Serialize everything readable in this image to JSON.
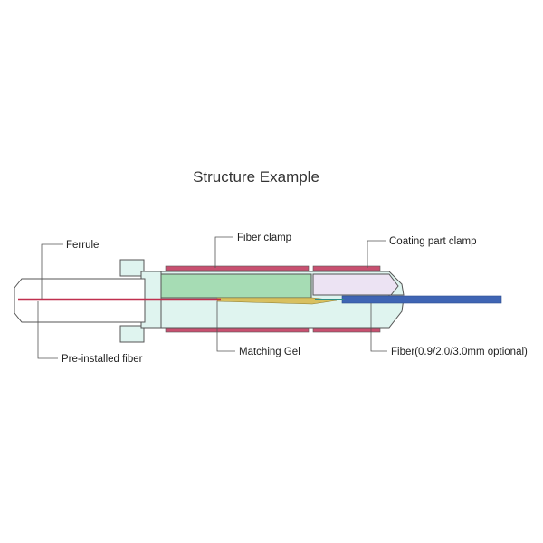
{
  "diagram": {
    "title": "Structure Example",
    "labels": {
      "ferrule": "Ferrule",
      "fiber_clamp": "Fiber clamp",
      "coating_part_clamp": "Coating part clamp",
      "pre_installed_fiber": "Pre-installed fiber",
      "matching_gel": "Matching Gel",
      "fiber": "Fiber(0.9/2.0/3.0mm optional)"
    },
    "colors": {
      "outline": "#555555",
      "ferrule_fill": "#ffffff",
      "body_fill": "#dff4ef",
      "fiber_clamp_fill": "#a6dcb4",
      "coating_clamp_fill": "#ece3f3",
      "pre_installed_fiber": "#c0304f",
      "clamp_strip": "#c85070",
      "matching_gel": "#d8c060",
      "fiber_blue": "#3f65b4",
      "fiber_green": "#2d8f86",
      "leader_line": "#555555"
    }
  }
}
